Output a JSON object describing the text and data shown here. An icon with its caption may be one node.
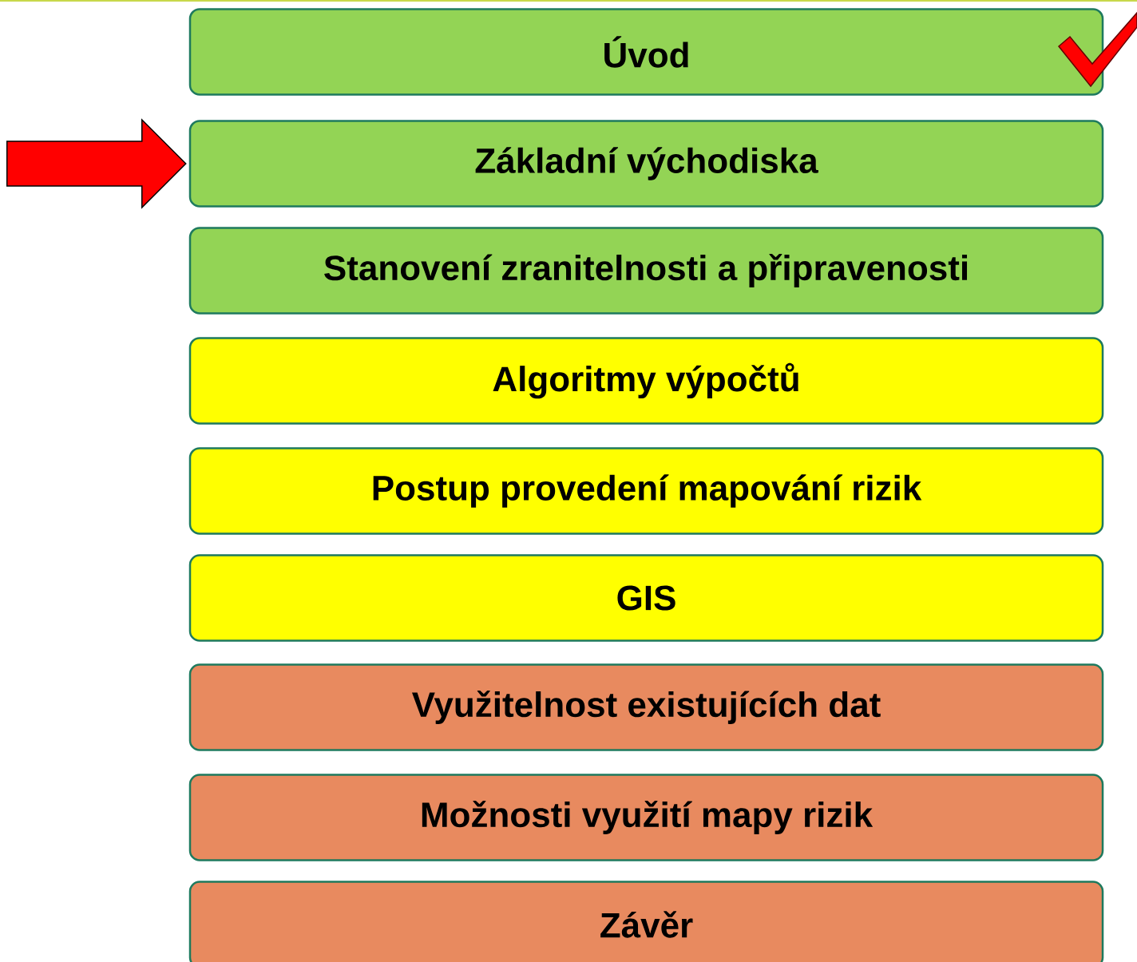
{
  "diagram": {
    "nodes": [
      {
        "text": [
          "Úvod"
        ]
      },
      {
        "text": [
          "Základní východiska"
        ]
      },
      {
        "text": [
          "Stanovení zranitelnosti a připravenosti"
        ]
      },
      {
        "text": [
          "Algoritmy výpočtů"
        ]
      },
      {
        "text": [
          "Postup provedení mapování rizik"
        ]
      },
      {
        "text": [
          "GIS"
        ]
      },
      {
        "text": [
          "Využitelnost existujících dat"
        ]
      },
      {
        "text": [
          "Možnosti využití mapy rizik"
        ]
      },
      {
        "text": [
          "Závěr"
        ]
      }
    ],
    "edges": [
      {
        "from": null,
        "to": 1,
        "arrow": "to"
      }
    ]
  }
}
